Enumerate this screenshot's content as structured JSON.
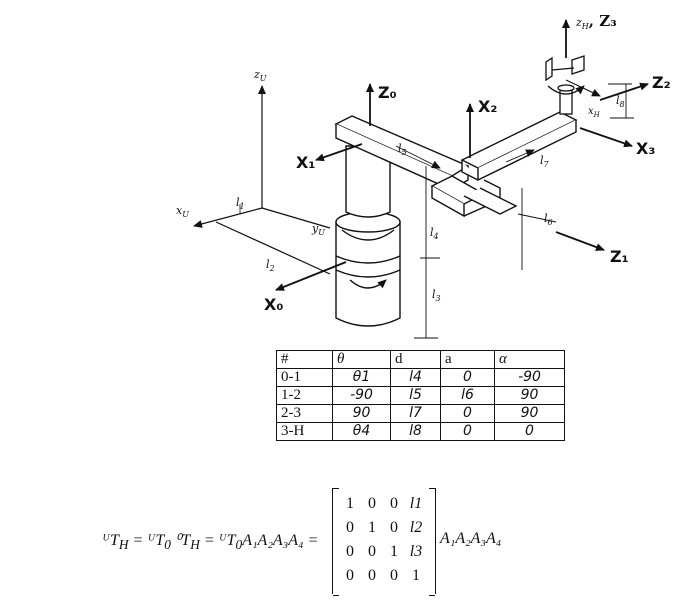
{
  "labels": {
    "z_u": "z",
    "z_u_sub": "U",
    "x_u": "x",
    "x_u_sub": "U",
    "y_u": "y",
    "y_u_sub": "U",
    "l1": "l",
    "l1_sub": "1",
    "l2": "l",
    "l2_sub": "2",
    "l3": "l",
    "l3_sub": "3",
    "l4": "l",
    "l4_sub": "4",
    "l5": "l",
    "l5_sub": "5",
    "l6": "l",
    "l6_sub": "6",
    "l7": "l",
    "l7_sub": "7",
    "l8": "l",
    "l8_sub": "8",
    "Z0": "Z₀",
    "X0": "X₀",
    "X1": "X₁",
    "Z1": "Z₁",
    "X2": "X₂",
    "Z2": "Z₂",
    "X3": "X₃",
    "zH": "z",
    "zH_sub": "H",
    "zH_z3": ", Z₃",
    "xH": "x",
    "xH_sub": "H"
  },
  "table": {
    "headers": [
      "#",
      "θ",
      "d",
      "a",
      "α"
    ],
    "rows": [
      [
        "0-1",
        "θ1",
        "l4",
        "0",
        "-90"
      ],
      [
        "1-2",
        "-90",
        "l5",
        "l6",
        "90"
      ],
      [
        "2-3",
        "90",
        "l7",
        "0",
        "90"
      ],
      [
        "3-H",
        "θ4",
        "l8",
        "0",
        "0"
      ]
    ]
  },
  "equation": {
    "lhs": "ᵁT",
    "lhs_sub": "H",
    "eq1": " = ᵁT",
    "eq1_sub": "0",
    "eq1_sup2": " ⁰T",
    "eq1_sub2": "H",
    "eq2": " = ᵁT",
    "eq2_sub": "0",
    "eq2_rest": "A₁A₂A₃A₄ =",
    "matrix": [
      [
        "1",
        "0",
        "0",
        "l1"
      ],
      [
        "0",
        "1",
        "0",
        "l2"
      ],
      [
        "0",
        "0",
        "1",
        "l3"
      ],
      [
        "0",
        "0",
        "0",
        "1"
      ]
    ],
    "rhs": "A₁A₂A₃A₄"
  }
}
